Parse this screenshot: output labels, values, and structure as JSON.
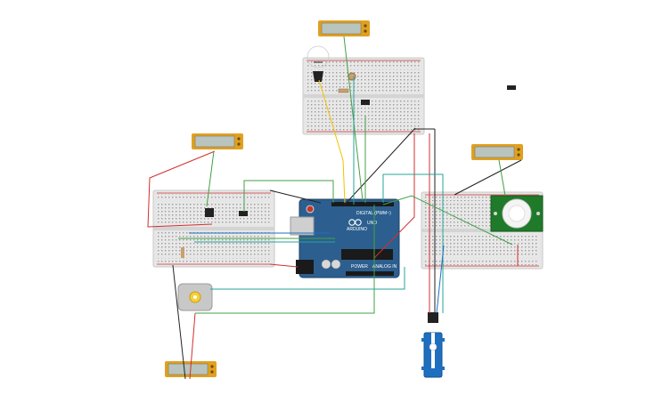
{
  "canvas": {
    "background": "#ffffff"
  },
  "board": {
    "uno_label": "UNO",
    "brand_label": "ARDUINO",
    "digital_label": "DIGITAL (PWM~)",
    "analog_label": "ANALOG IN",
    "power_label": "POWER",
    "color": "#2c5f8f"
  },
  "lcd_modules": {
    "line1": "",
    "line2": ""
  },
  "colors": {
    "breadboard": "#e6e6e6",
    "wire_red": "#d32f2f",
    "wire_black": "#222222",
    "wire_green": "#43a047",
    "wire_teal": "#26a69a",
    "wire_yellow": "#f2c200",
    "lcd_frame": "#e0a020",
    "pir_board": "#1f7a2a",
    "servo": "#1e6fc0"
  }
}
